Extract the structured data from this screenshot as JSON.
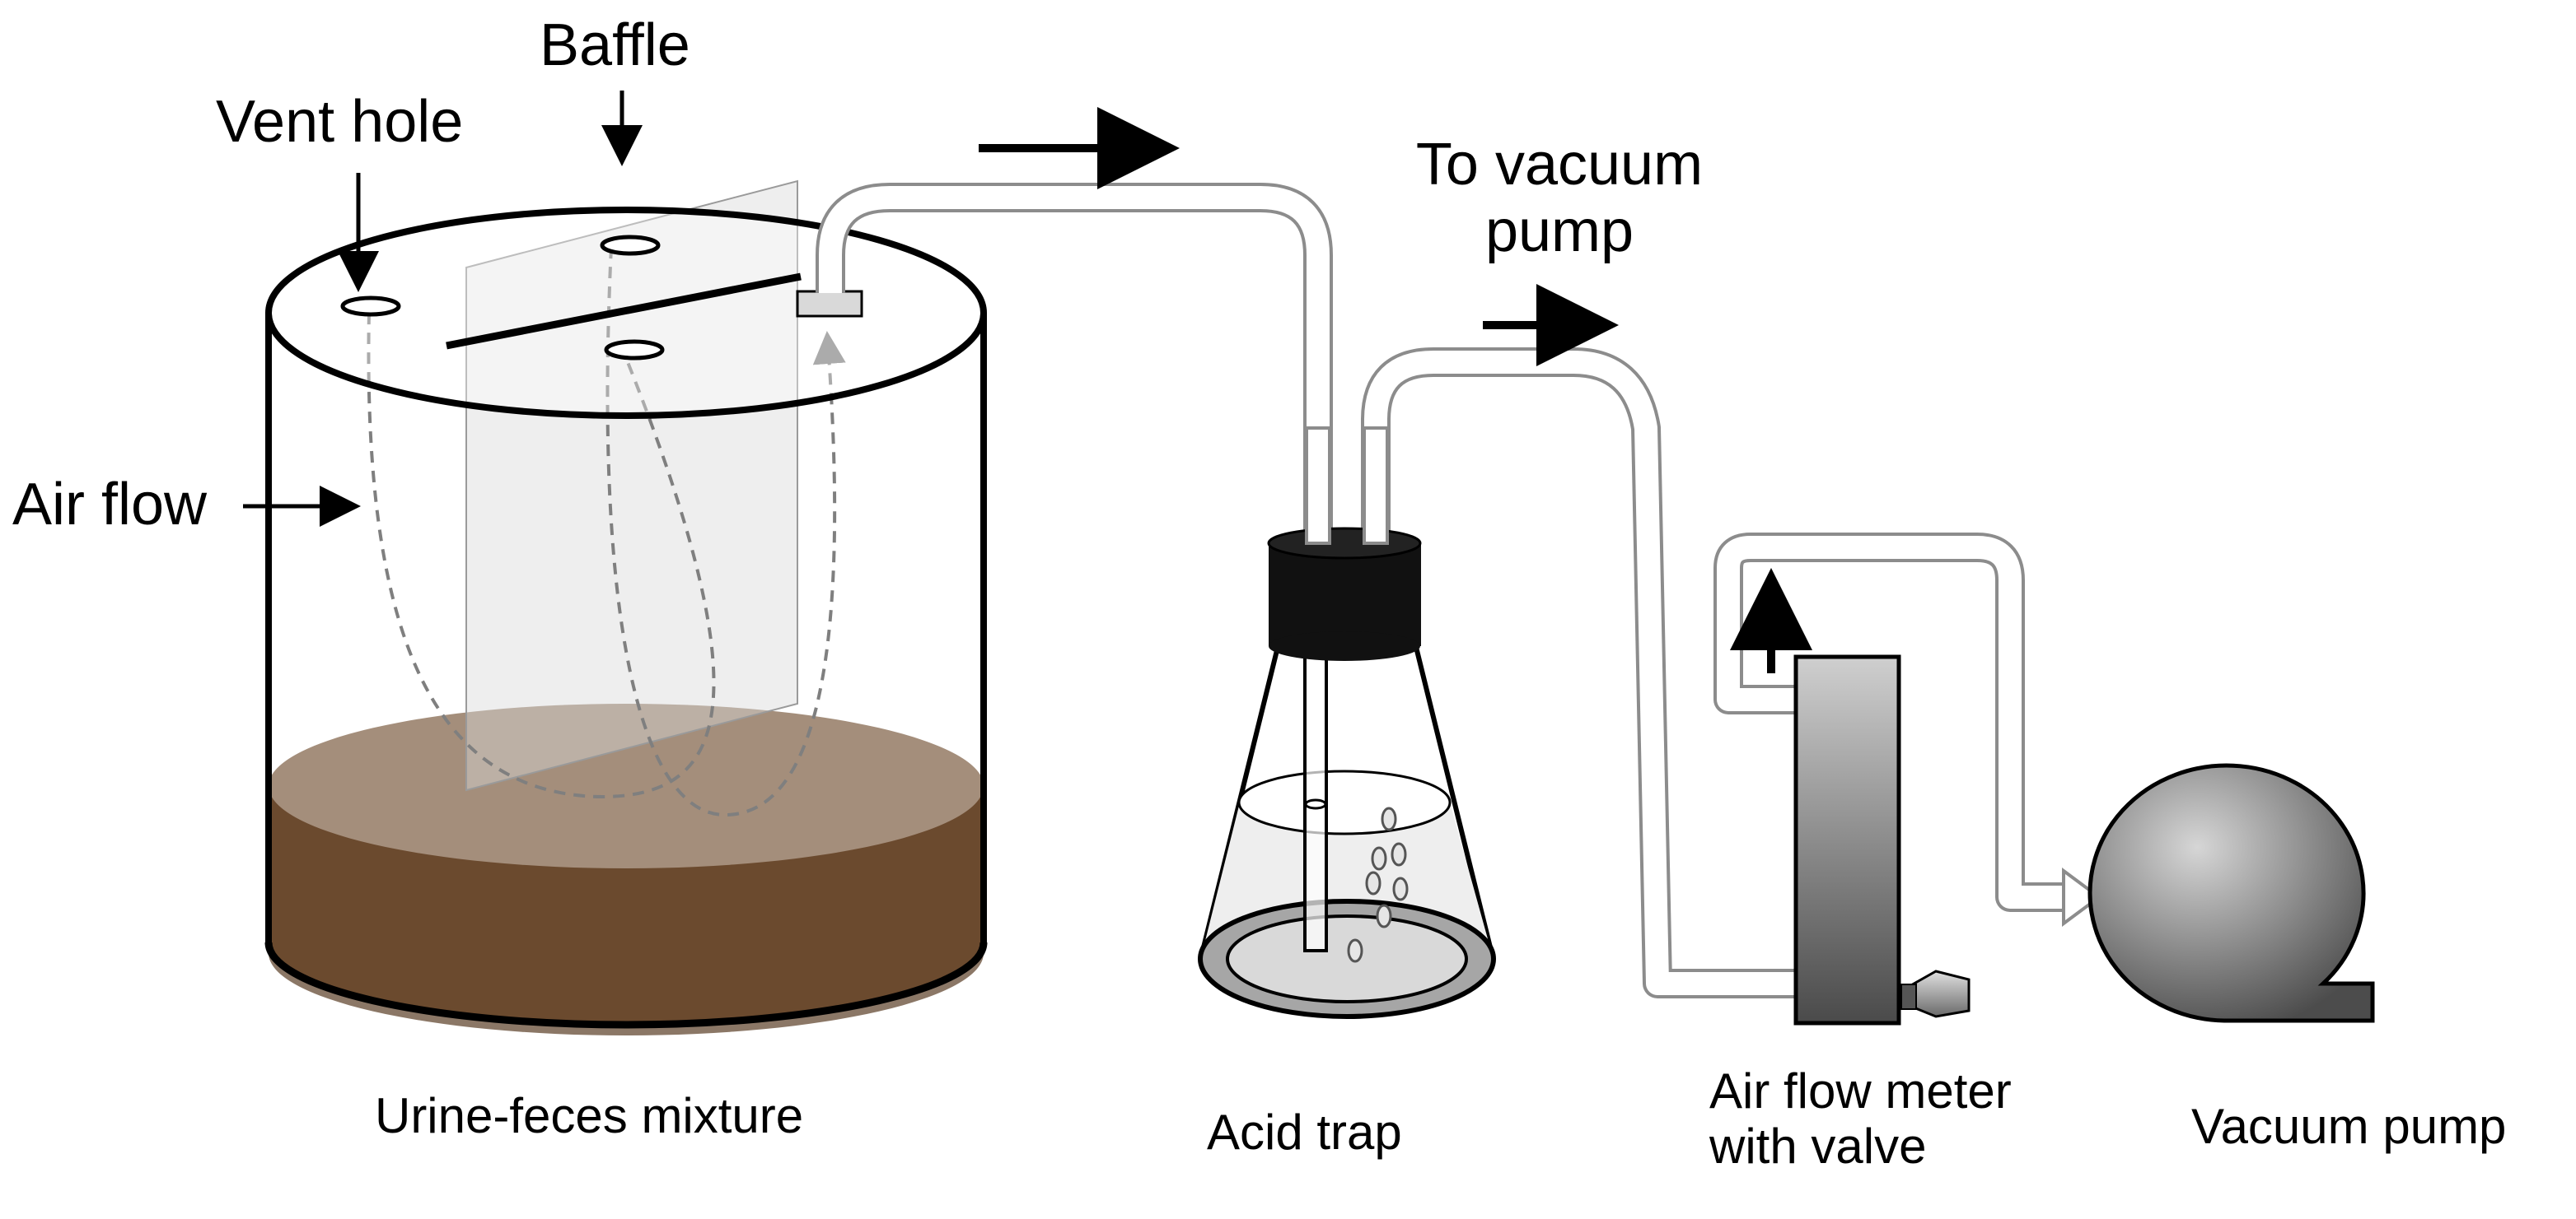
{
  "labels": {
    "baffle": "Baffle",
    "vent_hole": "Vent hole",
    "air_flow": "Air flow",
    "to_vacuum_pump_line1": "To vacuum",
    "to_vacuum_pump_line2": "pump",
    "mixture": "Urine-feces  mixture",
    "acid_trap": "Acid trap",
    "meter_line1": "Air flow meter",
    "meter_line2": "with valve",
    "vacuum_pump": "Vacuum  pump"
  },
  "colors": {
    "line": "#000000",
    "mixture_dark": "#6b4a2e",
    "mixture_surface": "#a48e7b",
    "baffle_fill": "#d9d9d9",
    "tube_fill": "#ffffff",
    "tube_outline": "#8c8c8c",
    "stopper": "#111111",
    "acid_liquid": "#eeeeee",
    "trap_base": "#a6a6a6",
    "pump_gray": "#7a7a7a",
    "flow_dashes": "#7f7f7f"
  },
  "icons": {
    "flow_arrow": "right-arrow-icon",
    "up_arrow": "up-arrow-icon",
    "pointer_arrow": "down-arrow-icon"
  }
}
